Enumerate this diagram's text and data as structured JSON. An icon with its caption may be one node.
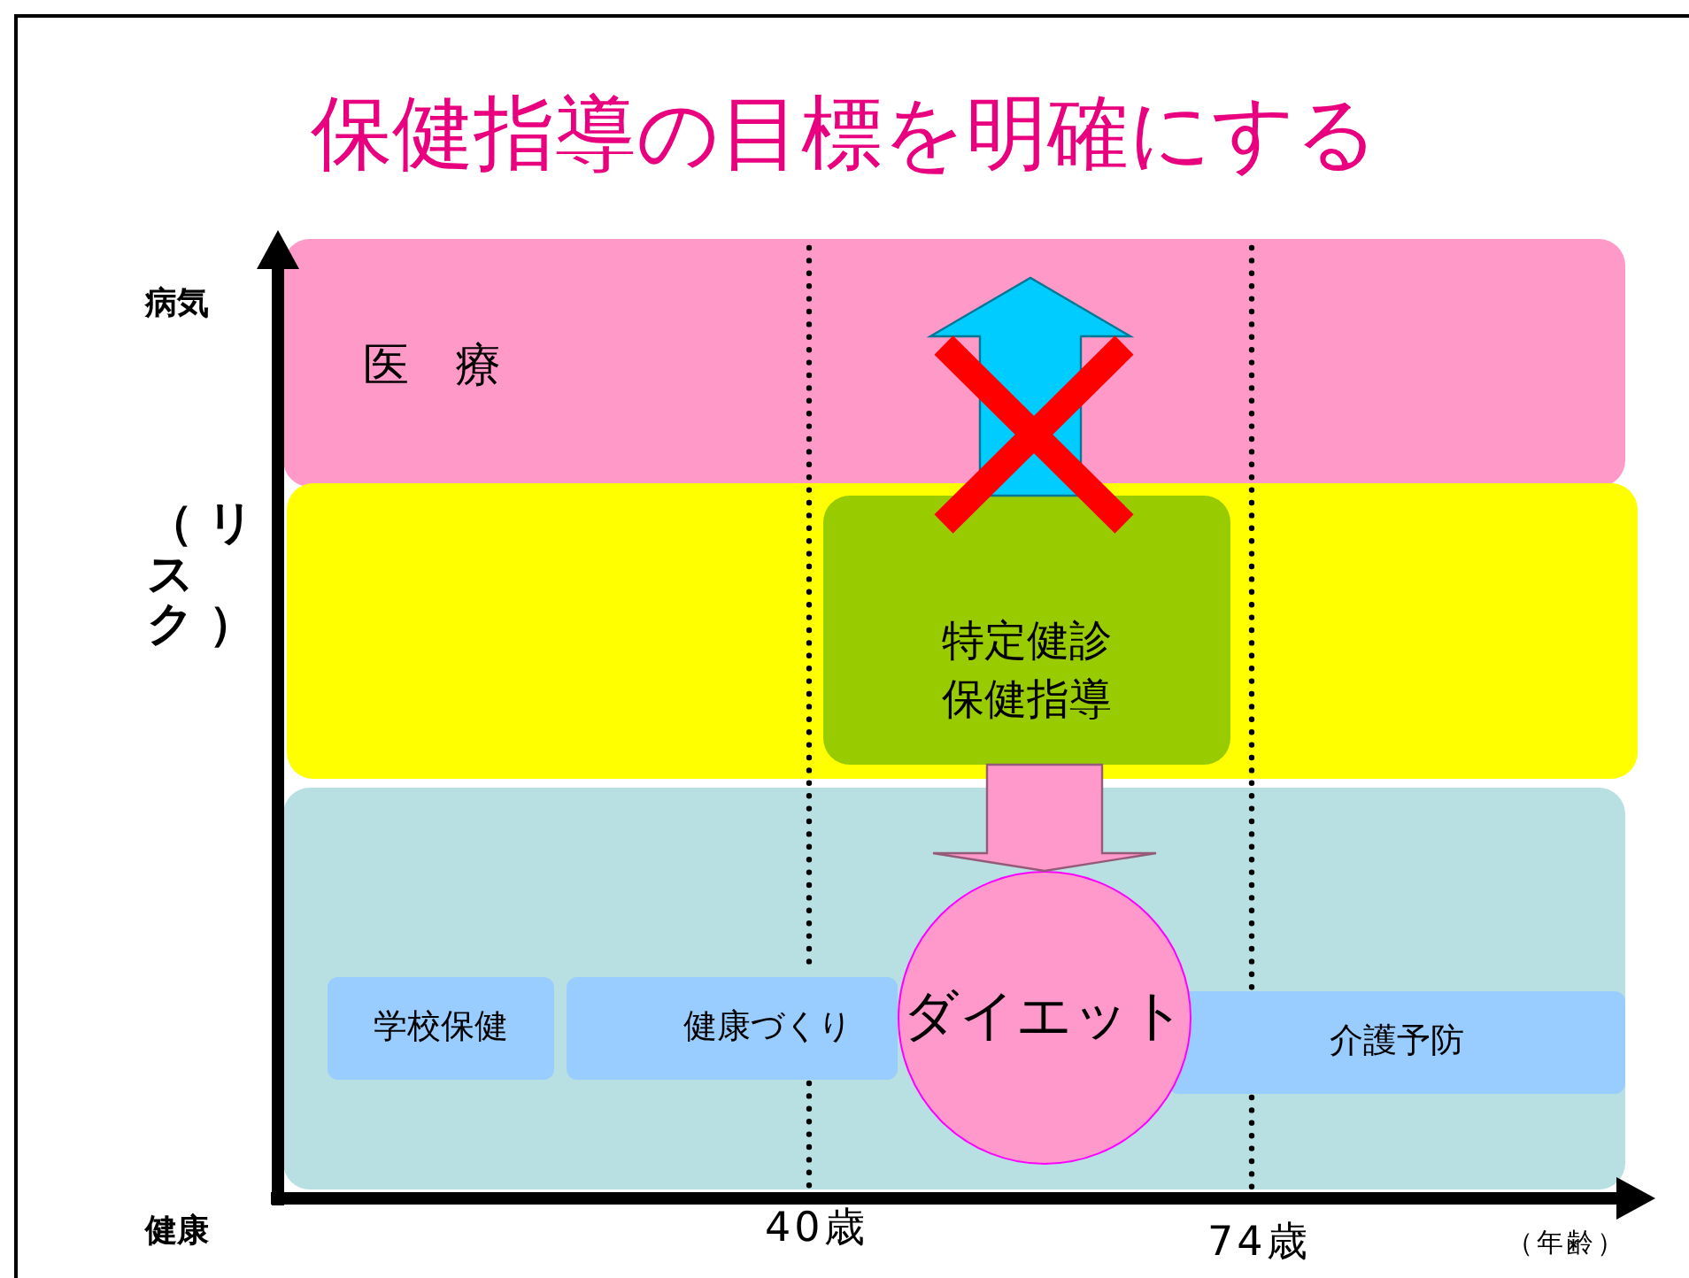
{
  "diagram": {
    "title": "保健指導の目標を明確にする",
    "nodes": [
      {
        "text": [
          "医　療"
        ]
      },
      {
        "text": [],
        "shape": "box"
      },
      {
        "text": [],
        "shape": "box"
      },
      {
        "text": [
          "特定健診保健指導"
        ],
        "in": 1
      },
      {
        "text": [
          "学校保健"
        ],
        "in": 2
      },
      {
        "text": [
          "健康づくり"
        ],
        "in": 2
      },
      {
        "text": [
          "介護予防"
        ],
        "in": 2
      },
      {
        "text": [
          "ダイエット"
        ],
        "in": 2
      }
    ],
    "edges": [
      {
        "from": 3,
        "to": 0,
        "arrow": "to",
        "style": "thick",
        "color": "#00ccff"
      },
      {
        "from": 3,
        "to": 7,
        "arrow": "to",
        "style": "thick",
        "color": "#ff99cc"
      }
    ],
    "labels": [
      "病気",
      "（リスク）",
      "健康",
      "40歳",
      "74歳",
      "（年齢）"
    ]
  }
}
